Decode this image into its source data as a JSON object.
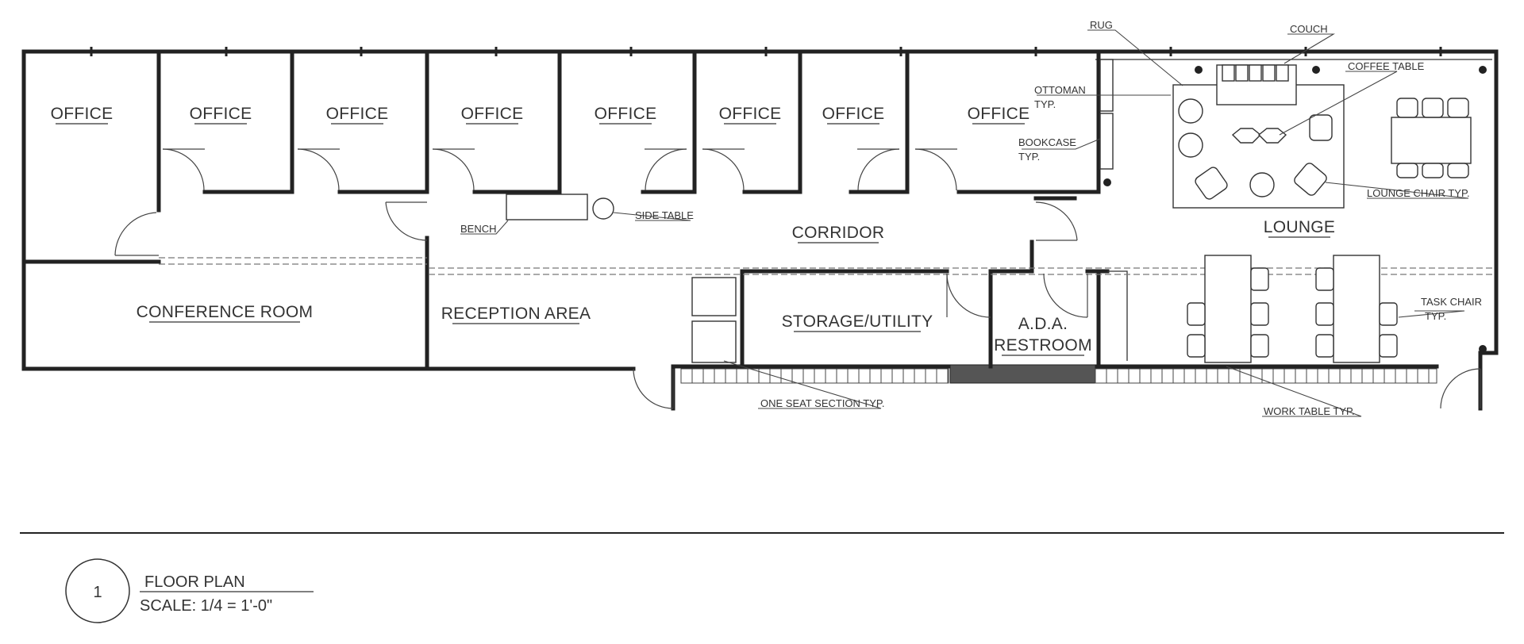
{
  "rooms": {
    "office_1": "OFFICE",
    "office_2": "OFFICE",
    "office_3": "OFFICE",
    "office_4": "OFFICE",
    "office_5": "OFFICE",
    "office_6": "OFFICE",
    "office_7": "OFFICE",
    "office_8": "OFFICE",
    "conference": "CONFERENCE ROOM",
    "reception": "RECEPTION AREA",
    "corridor": "CORRIDOR",
    "storage": "STORAGE/UTILITY",
    "restroom_line1": "A.D.A.",
    "restroom_line2": "RESTROOM",
    "lounge": "LOUNGE"
  },
  "annotations": {
    "rug": "RUG",
    "couch": "COUCH",
    "coffee_table": "COFFEE TABLE",
    "ottoman": "OTTOMAN",
    "ottoman_typ": "TYP.",
    "bookcase": "BOOKCASE",
    "bookcase_typ": "TYP.",
    "lounge_chair": "LOUNGE CHAIR TYP.",
    "bench": "BENCH",
    "side_table": "SIDE TABLE",
    "task_chair": "TASK CHAIR",
    "task_chair_typ": "TYP.",
    "one_seat": "ONE SEAT SECTION TYP.",
    "work_table": "WORK TABLE TYP."
  },
  "title_block": {
    "number": "1",
    "title": "FLOOR PLAN",
    "scale": "SCALE: 1/4 = 1'-0\""
  }
}
